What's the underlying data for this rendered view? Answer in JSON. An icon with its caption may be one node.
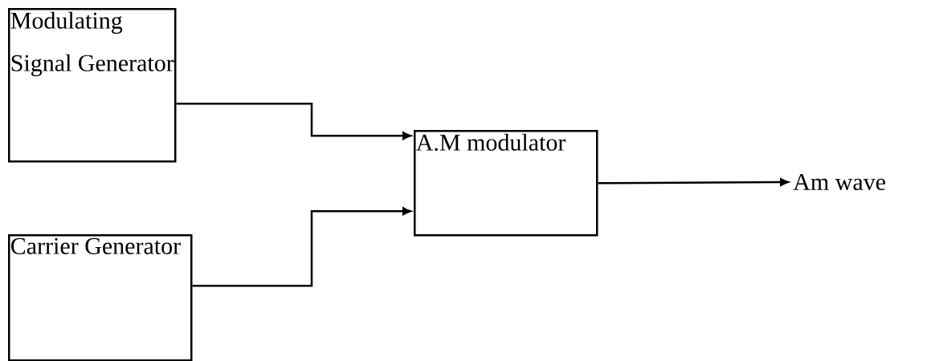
{
  "diagram": {
    "nodes": [
      {
        "text": [
          "Modulating Signal Generator"
        ]
      },
      {
        "text": [
          "Carrier Generator"
        ]
      },
      {
        "text": [
          "A.M modulator"
        ]
      },
      {
        "text": [
          "Am wave"
        ]
      }
    ],
    "edges": [
      {
        "from": 0,
        "to": 2,
        "arrow": "to"
      },
      {
        "from": 1,
        "to": 2,
        "arrow": "to"
      },
      {
        "from": 2,
        "to": 3,
        "arrow": "to"
      }
    ]
  }
}
